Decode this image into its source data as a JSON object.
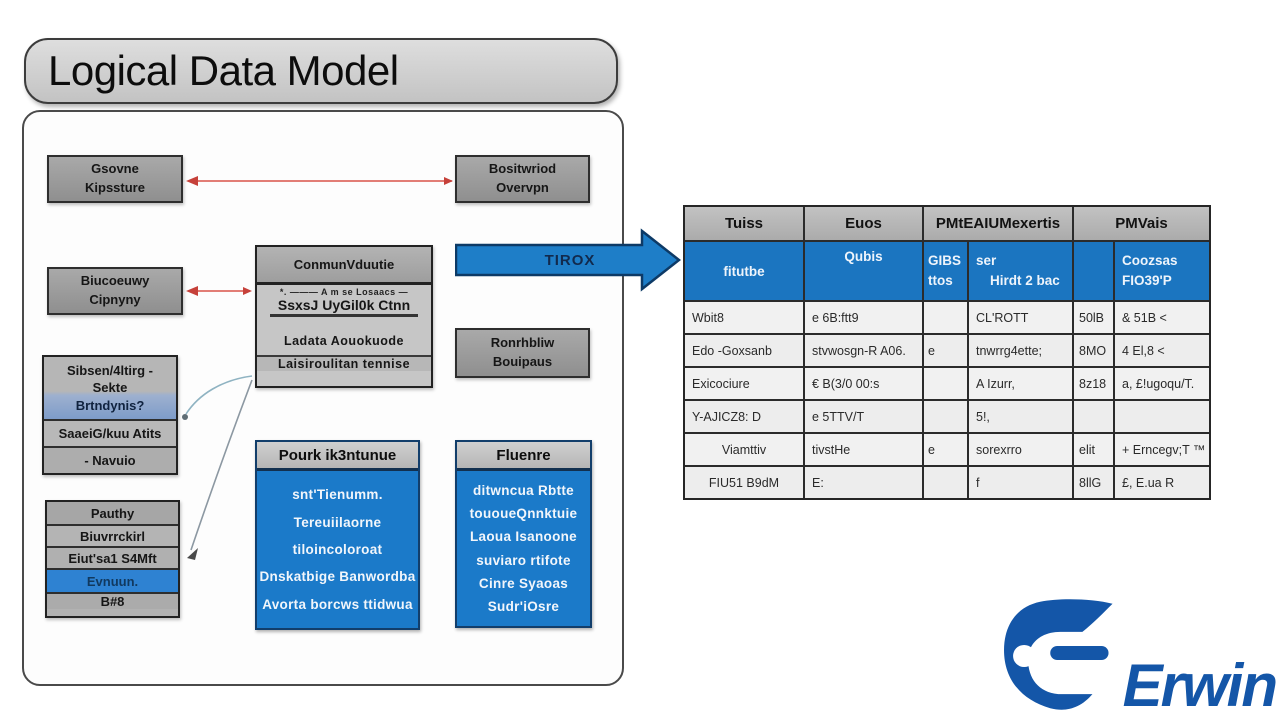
{
  "title": "Logical Data Model",
  "diagram": {
    "entity1": {
      "line1": "Gsovne",
      "line2": "Kipssture"
    },
    "entity2": {
      "line1": "Bositwriod",
      "line2": "Overvpn"
    },
    "entity3": {
      "line1": "Biucoeuwy",
      "line2": "Cipnyny"
    },
    "entity4": {
      "line1": "Ronrhbliw",
      "line2": "Bouipaus"
    },
    "subsystem": {
      "line1": "Sibsen/4ltirg -",
      "line2": "Sekte",
      "line3": "Brtndynis?",
      "row2": "SaaeiG/kuu Atits",
      "row3": "- Navuio"
    },
    "party": {
      "header": "Pauthy",
      "row1": "Biuvrrckirl",
      "row2": "Eiut'sa1 S4Mft",
      "row3": "Evnuun.",
      "row4": "B#8"
    },
    "communique": {
      "header": "ConmunVduutie",
      "note": "*. ——— A m se Losaacs —",
      "row1": "SsxsJ UyGil0k Ctnn",
      "row2": "Ladata Aouokuode",
      "row3": "Laisiroulitan tennise"
    },
    "tirox_label": "TIROX",
    "particulars": {
      "header": "Pourk ik3ntunue",
      "rows": [
        "snt'Tienumm.",
        "Tereuiilaorne",
        "tiloincoloroat",
        "Dnskatbige Banwordba",
        "Avorta borcws ttidwua"
      ]
    },
    "fluent": {
      "header": "Fluenre",
      "rows": [
        "ditwncua Rbtte",
        "tououeQnnktuie",
        "Laoua Isanoone",
        "suviaro rtifote",
        "Cinre Syaoas",
        "Sudr'iOsre"
      ]
    }
  },
  "table": {
    "headers": [
      "Tuiss",
      "Euos",
      "PMtEAIUMexertis",
      "PMVais"
    ],
    "subheader": {
      "c1": "fitutbe",
      "c2": "Qubis",
      "c3a_line1": "GIBS",
      "c3a_line2": "ttos",
      "c3b_line1": "ser",
      "c3b_line2": "Hirdt 2 bac",
      "c4a": "",
      "c4b_line1": "Coozsas",
      "c4b_line2": "FIO39'P"
    },
    "rows": [
      [
        "Wbit8",
        "e 6B:ftt9",
        "",
        "CL'ROTT",
        "50lB",
        "& 51B <"
      ],
      [
        "Edo -Goxsanb",
        "stvwosgn-R A06.",
        "e",
        "tnwrrg4ette;",
        "8MO",
        "4 El,8 <"
      ],
      [
        "Exicociure",
        "€ B(3/0 00:s",
        "",
        "A Izurr,",
        "8z18",
        "a, £!ugoqu/T."
      ],
      [
        "Y-AJICZ8: D",
        "e 5TTV/T",
        "",
        "5!,",
        "",
        ""
      ],
      [
        "Viamttiv",
        "tivstHe",
        "e",
        "sorexrro",
        "elit",
        "+ Erncegv;T ™"
      ],
      [
        "FIU51 B9dM",
        "E:",
        "",
        "f",
        "8llG",
        "£, E.ua R"
      ]
    ]
  },
  "logo": {
    "text": "Erwin"
  },
  "colors": {
    "accent_blue": "#1b7ac9",
    "table_blue": "#1b75c0",
    "logo_blue": "#1456a8",
    "connector_red": "#d9534a",
    "box_gray": "#9c9c9c"
  }
}
